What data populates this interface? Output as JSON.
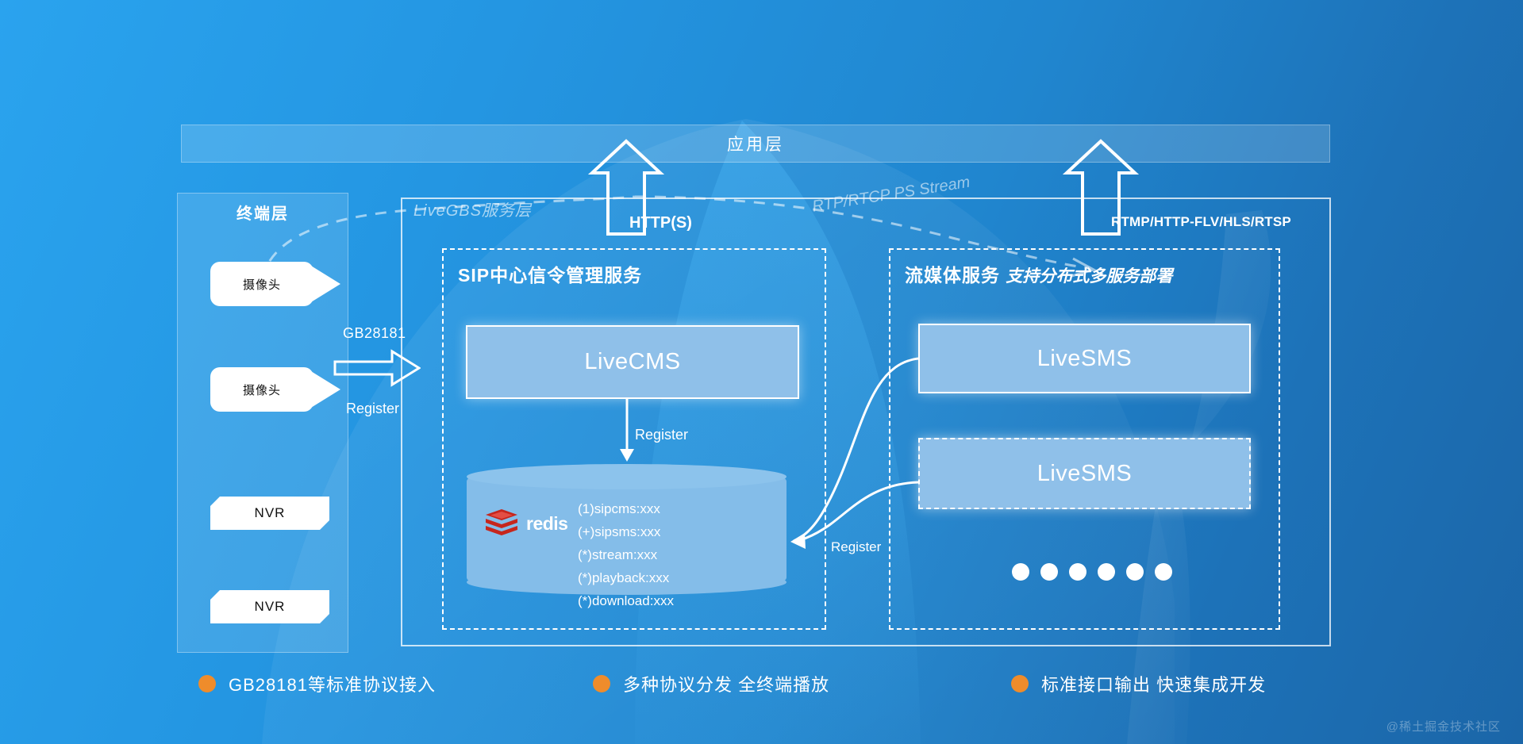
{
  "colors": {
    "background_top": "#2aa3ee",
    "background_bottom": "#1b66a8",
    "service_box": "#8fc0e9",
    "redis_cylinder": "#84bde9",
    "legend_dot": "#ef8c2b",
    "redis_logo_red": "#c6261d",
    "white": "#ffffff"
  },
  "application_layer": {
    "title": "应用层"
  },
  "terminal_layer": {
    "title": "终端层",
    "devices": [
      {
        "type": "camera",
        "label": "摄像头"
      },
      {
        "type": "camera",
        "label": "摄像头"
      },
      {
        "type": "nvr",
        "label": "NVR"
      },
      {
        "type": "nvr",
        "label": "NVR"
      }
    ]
  },
  "ingest": {
    "protocol_label": "GB28181",
    "action_label": "Register"
  },
  "gbs_layer": {
    "title": "LiveGBS服务层",
    "sip_section": {
      "title": "SIP中心信令管理服务",
      "service_box": {
        "label": "LiveCMS"
      },
      "register_label": "Register",
      "datastore": {
        "logo_text": "redis",
        "keys": [
          "(1)sipcms:xxx",
          "(+)sipsms:xxx",
          "(*)stream:xxx",
          "(*)playback:xxx",
          "(*)download:xxx"
        ]
      }
    },
    "sms_section": {
      "title_main": "流媒体服务",
      "title_sub": "支持分布式多服务部署",
      "service_boxes": [
        {
          "label": "LiveSMS",
          "style": "solid"
        },
        {
          "label": "LiveSMS",
          "style": "dashed"
        }
      ],
      "more_indicator_dots": 6,
      "register_label": "Register"
    }
  },
  "protocol_labels": {
    "http": "HTTP(S)",
    "stream_in": "RTP/RTCP PS Stream",
    "stream_out": "RTMP/HTTP-FLV/HLS/RTSP"
  },
  "legend": [
    {
      "text": "GB28181等标准协议接入"
    },
    {
      "text": "多种协议分发 全终端播放"
    },
    {
      "text": "标准接口输出 快速集成开发"
    }
  ],
  "watermark": {
    "text": "@稀土掘金技术社区"
  }
}
